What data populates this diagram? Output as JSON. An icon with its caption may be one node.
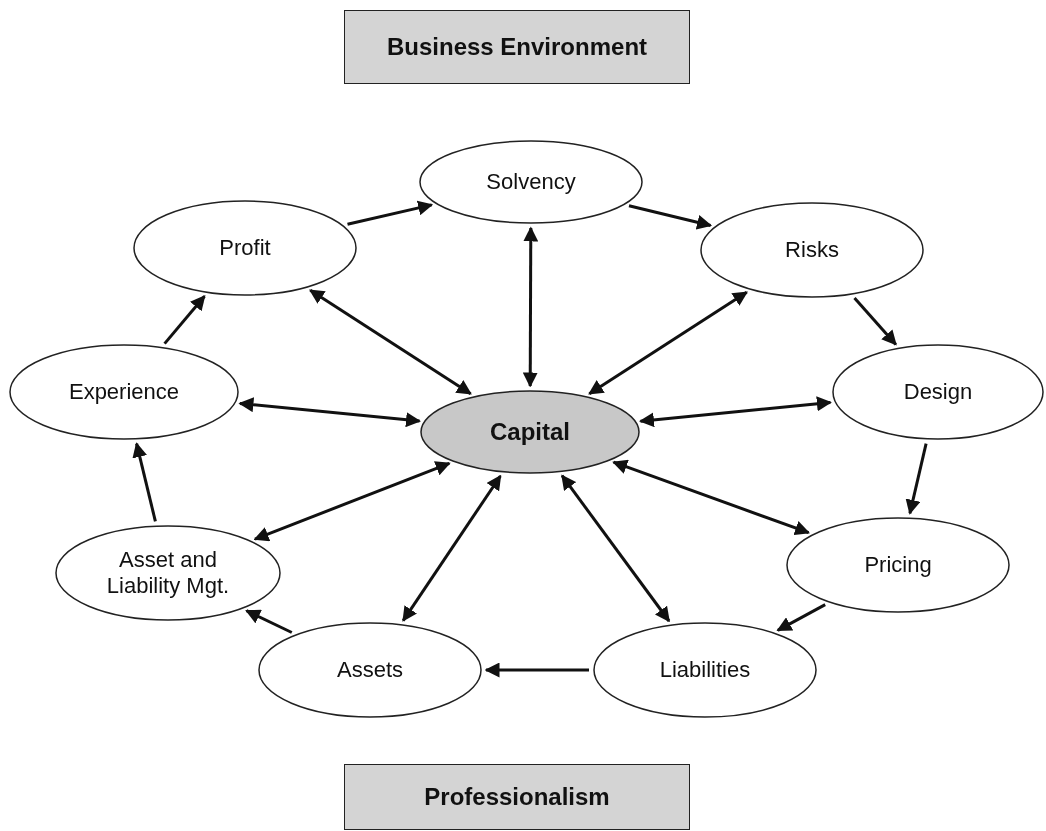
{
  "diagram": {
    "nodes": [
      {
        "text": [
          "Business Environment"
        ]
      },
      {
        "text": [
          "Solvency"
        ]
      },
      {
        "text": [
          "Profit"
        ]
      },
      {
        "text": [
          "Risks"
        ]
      },
      {
        "text": [
          "Experience"
        ]
      },
      {
        "text": [
          "Capital"
        ]
      },
      {
        "text": [
          "Design"
        ]
      },
      {
        "text": [
          "Asset and Liability Mgt."
        ]
      },
      {
        "text": [
          "Pricing"
        ]
      },
      {
        "text": [
          "Assets"
        ]
      },
      {
        "text": [
          "Liabilities"
        ]
      },
      {
        "text": [
          "Professionalism"
        ]
      }
    ],
    "edges": [
      {
        "from": 2,
        "to": 1,
        "arrow": "to"
      },
      {
        "from": 1,
        "to": 3,
        "arrow": "to"
      },
      {
        "from": 3,
        "to": 6,
        "arrow": "to"
      },
      {
        "from": 6,
        "to": 8,
        "arrow": "to"
      },
      {
        "from": 8,
        "to": 10,
        "arrow": "to"
      },
      {
        "from": 10,
        "to": 9,
        "arrow": "to"
      },
      {
        "from": 9,
        "to": 7,
        "arrow": "to"
      },
      {
        "from": 7,
        "to": 4,
        "arrow": "to"
      },
      {
        "from": 4,
        "to": 2,
        "arrow": "to"
      },
      {
        "from": 5,
        "to": 1,
        "arrow": "both"
      },
      {
        "from": 5,
        "to": 2,
        "arrow": "both"
      },
      {
        "from": 5,
        "to": 3,
        "arrow": "both"
      },
      {
        "from": 5,
        "to": 4,
        "arrow": "both"
      },
      {
        "from": 5,
        "to": 6,
        "arrow": "both"
      },
      {
        "from": 5,
        "to": 7,
        "arrow": "both"
      },
      {
        "from": 5,
        "to": 8,
        "arrow": "both"
      },
      {
        "from": 5,
        "to": 9,
        "arrow": "both"
      },
      {
        "from": 5,
        "to": 10,
        "arrow": "both"
      }
    ]
  }
}
